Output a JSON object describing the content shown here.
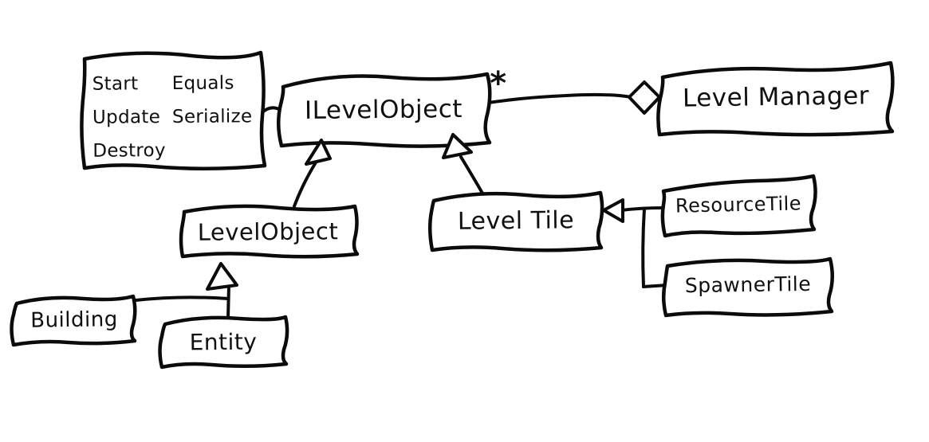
{
  "colors": {
    "ink": "#0b0b0b",
    "background": "#ffffff"
  },
  "diagram_type": "hand-drawn UML class diagram",
  "nodes": {
    "methods_note": {
      "items": [
        "Start",
        "Equals",
        "Update",
        "Serialize",
        "Destroy"
      ]
    },
    "ilevelobject": {
      "label": "ILevelObject"
    },
    "levelmanager": {
      "label": "Level Manager"
    },
    "levelobject": {
      "label": "LevelObject"
    },
    "leveltile": {
      "label": "Level Tile"
    },
    "resourcetile": {
      "label": "ResourceTile"
    },
    "spawnertile": {
      "label": "SpawnerTile"
    },
    "building": {
      "label": "Building"
    },
    "entity": {
      "label": "Entity"
    }
  },
  "relations": {
    "note_link": {
      "type": "attachment",
      "from": "methods_note",
      "to": "ilevelobject"
    },
    "aggregation": {
      "type": "aggregation",
      "from": "ilevelobject",
      "to": "levelmanager",
      "multiplicity": "*",
      "marker": "hollow-diamond"
    },
    "levelobject_inherits": {
      "type": "inheritance",
      "from": "levelobject",
      "to": "ilevelobject",
      "marker": "hollow-triangle"
    },
    "leveltile_inherits": {
      "type": "inheritance",
      "from": "leveltile",
      "to": "ilevelobject",
      "marker": "hollow-triangle"
    },
    "resourcetile_inherits": {
      "type": "inheritance",
      "from": "resourcetile",
      "to": "leveltile",
      "marker": "hollow-triangle"
    },
    "spawnertile_inherits": {
      "type": "inheritance",
      "from": "spawnertile",
      "to": "leveltile",
      "marker": "hollow-triangle"
    },
    "building_inherits": {
      "type": "inheritance",
      "from": "building",
      "to": "levelobject",
      "marker": "hollow-triangle"
    },
    "entity_inherits": {
      "type": "inheritance",
      "from": "entity",
      "to": "levelobject",
      "marker": "hollow-triangle"
    }
  }
}
